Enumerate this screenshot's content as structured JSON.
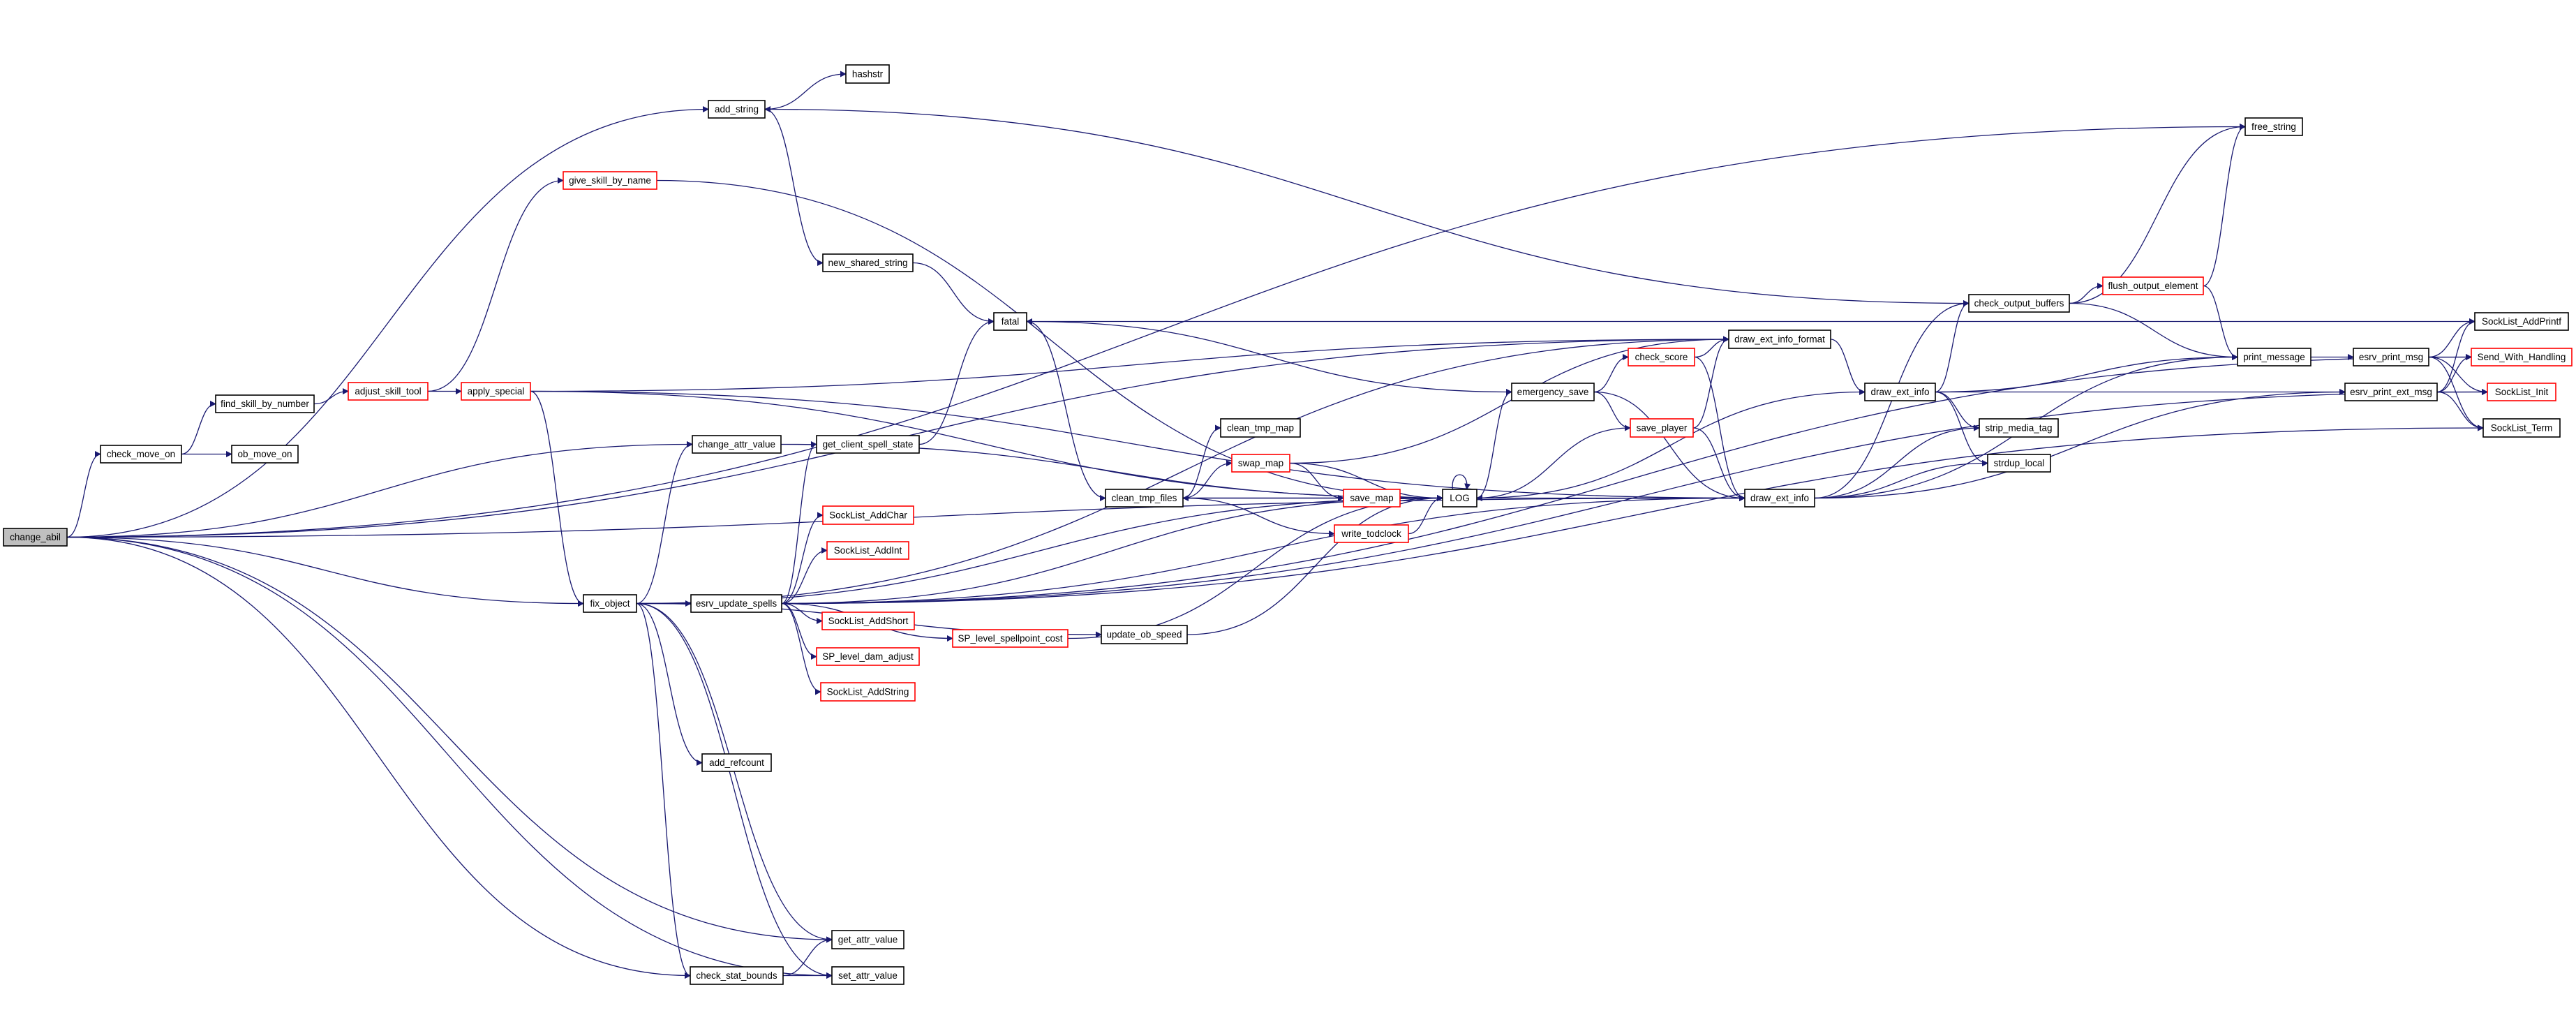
{
  "title": "change_abil call graph",
  "colors": {
    "edge": "#191970",
    "node_border": "#000000",
    "truncated_border": "#ff0000",
    "root_fill": "#bfbfbf"
  },
  "graph": {
    "nodes": [
      {
        "id": "change_abil",
        "label": "change_abil",
        "style": "root"
      },
      {
        "id": "check_move_on",
        "label": "check_move_on",
        "style": "normal"
      },
      {
        "id": "ob_move_on",
        "label": "ob_move_on",
        "style": "normal"
      },
      {
        "id": "find_skill_by_number",
        "label": "find_skill_by_number",
        "style": "normal"
      },
      {
        "id": "adjust_skill_tool",
        "label": "adjust_skill_tool",
        "style": "red"
      },
      {
        "id": "apply_special",
        "label": "apply_special",
        "style": "red"
      },
      {
        "id": "give_skill_by_name",
        "label": "give_skill_by_name",
        "style": "red"
      },
      {
        "id": "add_string",
        "label": "add_string",
        "style": "normal"
      },
      {
        "id": "hashstr",
        "label": "hashstr",
        "style": "normal"
      },
      {
        "id": "new_shared_string",
        "label": "new_shared_string",
        "style": "normal"
      },
      {
        "id": "fatal",
        "label": "fatal",
        "style": "normal"
      },
      {
        "id": "change_attr_value",
        "label": "change_attr_value",
        "style": "normal"
      },
      {
        "id": "get_client_spell_state",
        "label": "get_client_spell_state",
        "style": "normal"
      },
      {
        "id": "SockList_AddChar",
        "label": "SockList_AddChar",
        "style": "red"
      },
      {
        "id": "SockList_AddInt",
        "label": "SockList_AddInt",
        "style": "red"
      },
      {
        "id": "fix_object",
        "label": "fix_object",
        "style": "normal"
      },
      {
        "id": "esrv_update_spells",
        "label": "esrv_update_spells",
        "style": "normal"
      },
      {
        "id": "SockList_AddShort",
        "label": "SockList_AddShort",
        "style": "red"
      },
      {
        "id": "SP_level_dam_adjust",
        "label": "SP_level_dam_adjust",
        "style": "red"
      },
      {
        "id": "SockList_AddString",
        "label": "SockList_AddString",
        "style": "red"
      },
      {
        "id": "SP_level_spellpoint_cost",
        "label": "SP_level_spellpoint_cost",
        "style": "red"
      },
      {
        "id": "add_refcount",
        "label": "add_refcount",
        "style": "normal"
      },
      {
        "id": "get_attr_value",
        "label": "get_attr_value",
        "style": "normal"
      },
      {
        "id": "set_attr_value",
        "label": "set_attr_value",
        "style": "normal"
      },
      {
        "id": "check_stat_bounds",
        "label": "check_stat_bounds",
        "style": "normal"
      },
      {
        "id": "clean_tmp_map",
        "label": "clean_tmp_map",
        "style": "normal"
      },
      {
        "id": "swap_map",
        "label": "swap_map",
        "style": "red"
      },
      {
        "id": "clean_tmp_files",
        "label": "clean_tmp_files",
        "style": "normal"
      },
      {
        "id": "save_map",
        "label": "save_map",
        "style": "red"
      },
      {
        "id": "write_todclock",
        "label": "write_todclock",
        "style": "red"
      },
      {
        "id": "LOG",
        "label": "LOG",
        "style": "normal"
      },
      {
        "id": "update_ob_speed",
        "label": "update_ob_speed",
        "style": "normal"
      },
      {
        "id": "emergency_save",
        "label": "emergency_save",
        "style": "normal"
      },
      {
        "id": "check_score",
        "label": "check_score",
        "style": "red"
      },
      {
        "id": "save_player",
        "label": "save_player",
        "style": "red"
      },
      {
        "id": "draw_ext_info_format",
        "label": "draw_ext_info_format",
        "style": "normal"
      },
      {
        "id": "draw_ext_info_a",
        "label": "draw_ext_info",
        "style": "normal"
      },
      {
        "id": "draw_ext_info_b",
        "label": "draw_ext_info",
        "style": "normal"
      },
      {
        "id": "check_output_buffers",
        "label": "check_output_buffers",
        "style": "normal"
      },
      {
        "id": "flush_output_element",
        "label": "flush_output_element",
        "style": "red"
      },
      {
        "id": "free_string",
        "label": "free_string",
        "style": "normal"
      },
      {
        "id": "print_message",
        "label": "print_message",
        "style": "normal"
      },
      {
        "id": "strip_media_tag",
        "label": "strip_media_tag",
        "style": "normal"
      },
      {
        "id": "strdup_local",
        "label": "strdup_local",
        "style": "normal"
      },
      {
        "id": "esrv_print_msg",
        "label": "esrv_print_msg",
        "style": "normal"
      },
      {
        "id": "esrv_print_ext_msg",
        "label": "esrv_print_ext_msg",
        "style": "normal"
      },
      {
        "id": "SockList_AddPrintf",
        "label": "SockList_AddPrintf",
        "style": "normal"
      },
      {
        "id": "Send_With_Handling",
        "label": "Send_With_Handling",
        "style": "red"
      },
      {
        "id": "SockList_Init",
        "label": "SockList_Init",
        "style": "red"
      },
      {
        "id": "SockList_Term",
        "label": "SockList_Term",
        "style": "normal"
      }
    ],
    "edges": [
      [
        "change_abil",
        "check_move_on"
      ],
      [
        "change_abil",
        "add_string"
      ],
      [
        "change_abil",
        "free_string"
      ],
      [
        "change_abil",
        "draw_ext_info_format"
      ],
      [
        "change_abil",
        "change_attr_value"
      ],
      [
        "change_abil",
        "fix_object"
      ],
      [
        "change_abil",
        "get_attr_value"
      ],
      [
        "change_abil",
        "check_stat_bounds"
      ],
      [
        "change_abil",
        "set_attr_value"
      ],
      [
        "change_abil",
        "draw_ext_info_b"
      ],
      [
        "check_move_on",
        "find_skill_by_number"
      ],
      [
        "check_move_on",
        "ob_move_on"
      ],
      [
        "find_skill_by_number",
        "adjust_skill_tool"
      ],
      [
        "adjust_skill_tool",
        "give_skill_by_name"
      ],
      [
        "adjust_skill_tool",
        "apply_special"
      ],
      [
        "give_skill_by_name",
        "LOG"
      ],
      [
        "apply_special",
        "draw_ext_info_format"
      ],
      [
        "apply_special",
        "LOG"
      ],
      [
        "apply_special",
        "fix_object"
      ],
      [
        "apply_special",
        "draw_ext_info_b"
      ],
      [
        "add_string",
        "hashstr"
      ],
      [
        "add_string",
        "new_shared_string"
      ],
      [
        "new_shared_string",
        "fatal"
      ],
      [
        "fatal",
        "clean_tmp_files"
      ],
      [
        "fatal",
        "emergency_save"
      ],
      [
        "get_client_spell_state",
        "fatal"
      ],
      [
        "change_attr_value",
        "LOG"
      ],
      [
        "fix_object",
        "change_attr_value"
      ],
      [
        "fix_object",
        "esrv_update_spells"
      ],
      [
        "fix_object",
        "add_refcount"
      ],
      [
        "fix_object",
        "get_attr_value"
      ],
      [
        "fix_object",
        "set_attr_value"
      ],
      [
        "fix_object",
        "check_stat_bounds"
      ],
      [
        "fix_object",
        "LOG"
      ],
      [
        "fix_object",
        "update_ob_speed"
      ],
      [
        "fix_object",
        "draw_ext_info_format"
      ],
      [
        "esrv_update_spells",
        "get_client_spell_state"
      ],
      [
        "esrv_update_spells",
        "SockList_AddChar"
      ],
      [
        "esrv_update_spells",
        "SockList_AddInt"
      ],
      [
        "esrv_update_spells",
        "SockList_AddShort"
      ],
      [
        "esrv_update_spells",
        "SP_level_dam_adjust"
      ],
      [
        "esrv_update_spells",
        "SockList_AddString"
      ],
      [
        "esrv_update_spells",
        "SP_level_spellpoint_cost"
      ],
      [
        "esrv_update_spells",
        "LOG"
      ],
      [
        "esrv_update_spells",
        "draw_ext_info_b"
      ],
      [
        "esrv_update_spells",
        "Send_With_Handling"
      ],
      [
        "esrv_update_spells",
        "SockList_Init"
      ],
      [
        "esrv_update_spells",
        "SockList_Term"
      ],
      [
        "SP_level_spellpoint_cost",
        "LOG"
      ],
      [
        "update_ob_speed",
        "LOG"
      ],
      [
        "check_stat_bounds",
        "get_attr_value"
      ],
      [
        "check_stat_bounds",
        "set_attr_value"
      ],
      [
        "clean_tmp_files",
        "clean_tmp_map"
      ],
      [
        "clean_tmp_files",
        "swap_map"
      ],
      [
        "clean_tmp_files",
        "save_map"
      ],
      [
        "clean_tmp_files",
        "write_todclock"
      ],
      [
        "clean_tmp_files",
        "LOG"
      ],
      [
        "swap_map",
        "save_map"
      ],
      [
        "swap_map",
        "LOG"
      ],
      [
        "swap_map",
        "draw_ext_info_format"
      ],
      [
        "save_map",
        "LOG"
      ],
      [
        "write_todclock",
        "LOG"
      ],
      [
        "LOG",
        "clean_tmp_files"
      ],
      [
        "LOG",
        "emergency_save"
      ],
      [
        "LOG",
        "LOG"
      ],
      [
        "emergency_save",
        "check_score"
      ],
      [
        "emergency_save",
        "save_player"
      ],
      [
        "emergency_save",
        "draw_ext_info_b"
      ],
      [
        "check_score",
        "draw_ext_info_format"
      ],
      [
        "check_score",
        "draw_ext_info_b"
      ],
      [
        "save_player",
        "draw_ext_info_format"
      ],
      [
        "save_player",
        "draw_ext_info_b"
      ],
      [
        "save_player",
        "LOG"
      ],
      [
        "draw_ext_info_format",
        "draw_ext_info_a"
      ],
      [
        "draw_ext_info_a",
        "check_output_buffers"
      ],
      [
        "draw_ext_info_a",
        "print_message"
      ],
      [
        "draw_ext_info_a",
        "esrv_print_ext_msg"
      ],
      [
        "draw_ext_info_a",
        "strip_media_tag"
      ],
      [
        "draw_ext_info_a",
        "strdup_local"
      ],
      [
        "draw_ext_info_a",
        "LOG"
      ],
      [
        "draw_ext_info_b",
        "LOG"
      ],
      [
        "draw_ext_info_b",
        "check_output_buffers"
      ],
      [
        "draw_ext_info_b",
        "strip_media_tag"
      ],
      [
        "draw_ext_info_b",
        "strdup_local"
      ],
      [
        "draw_ext_info_b",
        "print_message"
      ],
      [
        "draw_ext_info_b",
        "esrv_print_ext_msg"
      ],
      [
        "check_output_buffers",
        "free_string"
      ],
      [
        "check_output_buffers",
        "flush_output_element"
      ],
      [
        "check_output_buffers",
        "print_message"
      ],
      [
        "check_output_buffers",
        "add_string"
      ],
      [
        "flush_output_element",
        "free_string"
      ],
      [
        "flush_output_element",
        "print_message"
      ],
      [
        "print_message",
        "esrv_print_msg"
      ],
      [
        "esrv_print_msg",
        "SockList_AddPrintf"
      ],
      [
        "esrv_print_msg",
        "Send_With_Handling"
      ],
      [
        "esrv_print_msg",
        "SockList_Init"
      ],
      [
        "esrv_print_msg",
        "SockList_Term"
      ],
      [
        "esrv_print_ext_msg",
        "SockList_AddPrintf"
      ],
      [
        "esrv_print_ext_msg",
        "Send_With_Handling"
      ],
      [
        "esrv_print_ext_msg",
        "SockList_Init"
      ],
      [
        "esrv_print_ext_msg",
        "SockList_Term"
      ],
      [
        "SockList_AddPrintf",
        "fatal"
      ]
    ]
  }
}
